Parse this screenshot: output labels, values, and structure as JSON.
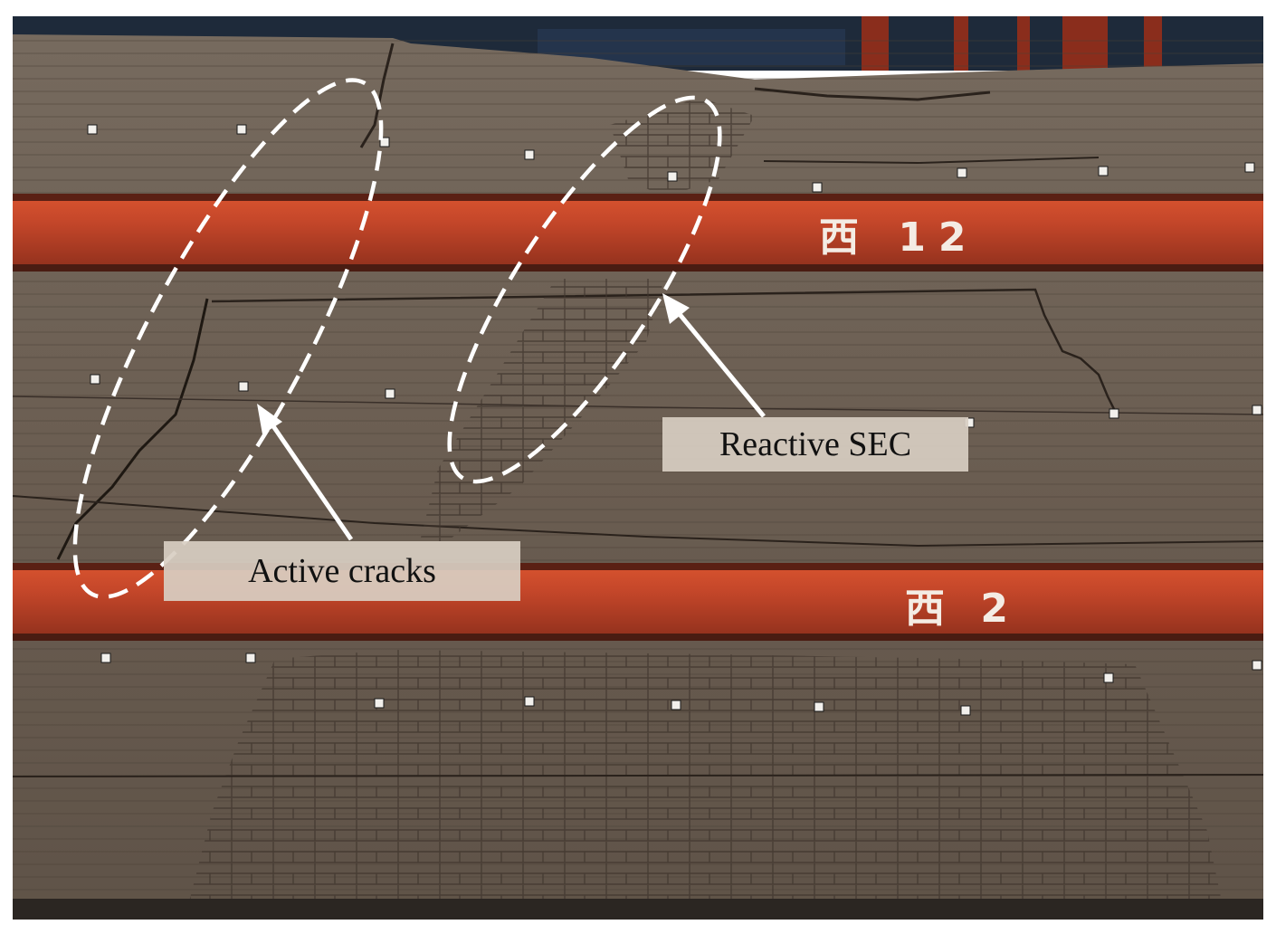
{
  "annotations": {
    "active_cracks_label": "Active cracks",
    "reactive_sec_label": "Reactive SEC"
  },
  "beams": {
    "upper_mark": "西 12",
    "lower_mark": "西 2"
  },
  "colors": {
    "soil": "#6b5e52",
    "soil_light": "#7c6f63",
    "beam": "#c5472a",
    "background_wall": "#1e2a3a",
    "label_bg": "#d8cec2",
    "annotation_white": "#ffffff"
  }
}
